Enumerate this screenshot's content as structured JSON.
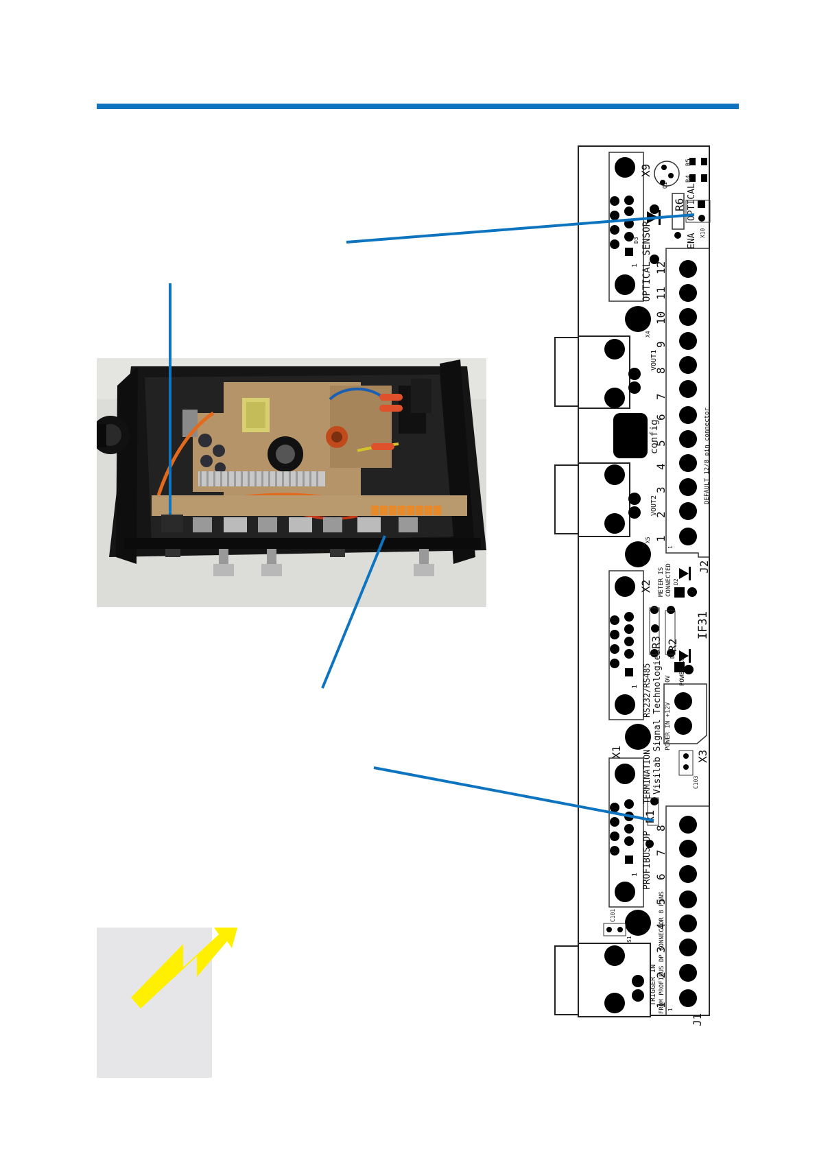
{
  "colors": {
    "accent_blue": "#0f74c0",
    "warning_yellow": "#ffef00",
    "warning_bg": "#e6e6e8"
  },
  "pcb": {
    "labels": {
      "x9": "X9",
      "q1": "Q1",
      "r5": "R5",
      "r4": "R4",
      "r6": "R6",
      "optical": "OPTICAL",
      "ena": "ENA",
      "x10": "X10",
      "d3": "D3",
      "optical_sensor": "OPTICAL SENSOR",
      "x4": "X4",
      "vout1": "VOUT1",
      "config": "config",
      "vout2": "VOUT2",
      "x5": "X5",
      "default_connector": "DEFAULT 12/8 pin connector",
      "j2": "J2",
      "x2": "X2",
      "meter_connected_1": "METER IS",
      "meter_connected_2": "CONNECTED",
      "d2": "D2",
      "r3": "R3",
      "r2": "R2",
      "d1": "D1",
      "if31": "IF31",
      "rs232": "RS232/RS485",
      "visilab": "Visilab Signal Technologies",
      "power_in": "POWER IN +12V",
      "ov": "0V",
      "power_ok": "POWER OK",
      "x3": "X3",
      "c103": "C103",
      "x1": "X1",
      "termination": "TERMINATION",
      "r1": "R1",
      "profibus_dp": "PROFIBUS DP",
      "profibus_connector": "FROM PROFIBUS DP CONNECTOR 8 PINS",
      "c101": "C101",
      "s1": "S1",
      "trigger_in": "TRIGGER IN",
      "j1": "J1",
      "pin_one": "1"
    },
    "j2_pins": [
      "1",
      "2",
      "3",
      "4",
      "5",
      "6",
      "7",
      "8",
      "9",
      "10",
      "11",
      "12"
    ],
    "j1_pins": [
      "1",
      "2",
      "3",
      "4",
      "5",
      "6",
      "7",
      "8"
    ]
  }
}
